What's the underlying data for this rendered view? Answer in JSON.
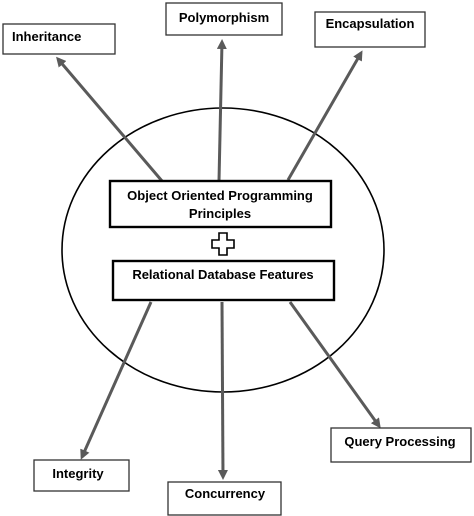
{
  "diagram": {
    "core": {
      "oop_line1": "Object Oriented Programming",
      "oop_line2": "Principles",
      "rdb": "Relational Database Features"
    },
    "features": {
      "inheritance": "Inheritance",
      "polymorphism": "Polymorphism",
      "encapsulation": "Encapsulation",
      "integrity": "Integrity",
      "concurrency": "Concurrency",
      "query_processing": "Query Processing"
    },
    "colors": {
      "arrow": "#5a5a5a",
      "box_border": "#333333",
      "core_border": "#000000"
    },
    "icons": {
      "join": "plus-icon"
    }
  }
}
